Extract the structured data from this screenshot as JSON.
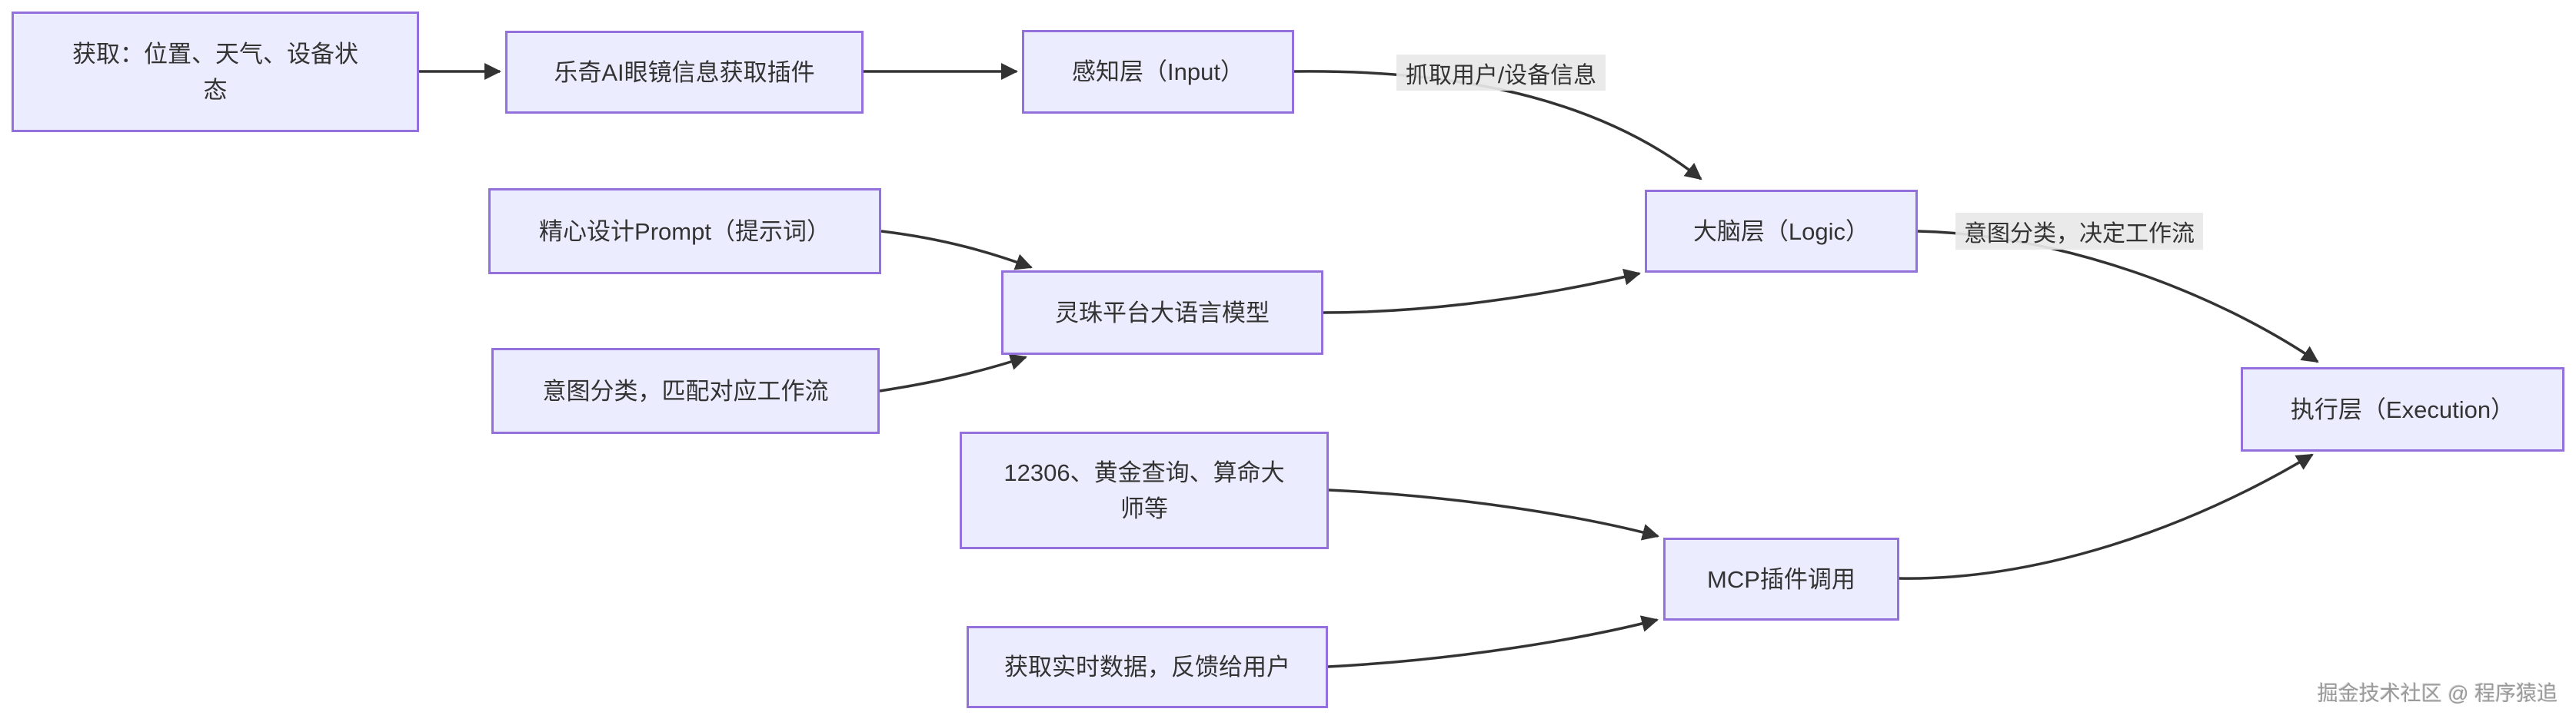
{
  "diagram": {
    "nodes": {
      "acquire": {
        "label": "获取：位置、天气、设备状态"
      },
      "glasses_plugin": {
        "label": "乐奇AI眼镜信息获取插件"
      },
      "input_layer": {
        "label": "感知层（Input）"
      },
      "logic_layer": {
        "label": "大脑层（Logic）"
      },
      "execution_layer": {
        "label": "执行层（Execution）"
      },
      "prompt_design": {
        "label": "精心设计Prompt（提示词）"
      },
      "intent_match": {
        "label": "意图分类，匹配对应工作流"
      },
      "lingzhu_llm": {
        "label": "灵珠平台大语言模型"
      },
      "mcp_examples": {
        "label": "12306、黄金查询、算命大师等"
      },
      "realtime_feedback": {
        "label": "获取实时数据，反馈给用户"
      },
      "mcp_call": {
        "label": "MCP插件调用"
      }
    },
    "edge_labels": {
      "capture_info": {
        "label": "抓取用户/设备信息"
      },
      "intent_decide": {
        "label": "意图分类，决定工作流"
      }
    },
    "colors": {
      "node_fill": "#ECECFF",
      "node_border": "#9370DB",
      "edge_stroke": "#333333",
      "edge_label_bg": "#E8E8E8",
      "text": "#333333",
      "watermark_text": "#9A9A9A"
    },
    "watermark": {
      "label": "掘金技术社区 @ 程序猿追"
    }
  }
}
